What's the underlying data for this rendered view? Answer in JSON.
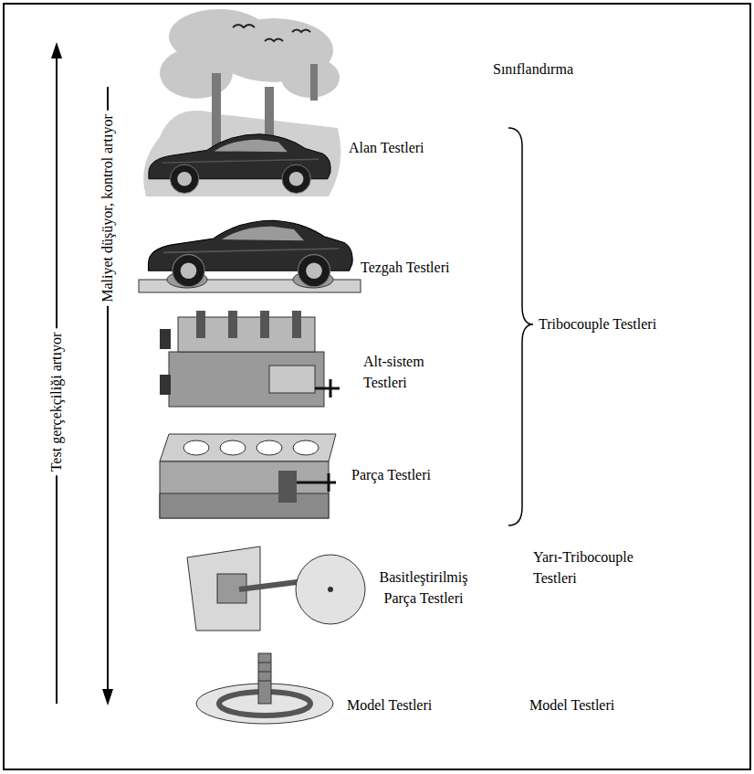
{
  "diagram": {
    "labels": [
      "Sınıflandırma",
      "Alan Testleri",
      "Tezgah Testleri",
      "Tribocouple Testleri",
      "Alt-sistem Testleri",
      "Parça Testleri",
      "Basitleştirilmiş Parça Testleri",
      "Yarı-Tribocouple Testleri",
      "Model Testleri",
      "Model Testleri",
      "Test gerçekçiliği artıyor",
      "Maliyet düşüyor, kontrol artıyor"
    ]
  }
}
